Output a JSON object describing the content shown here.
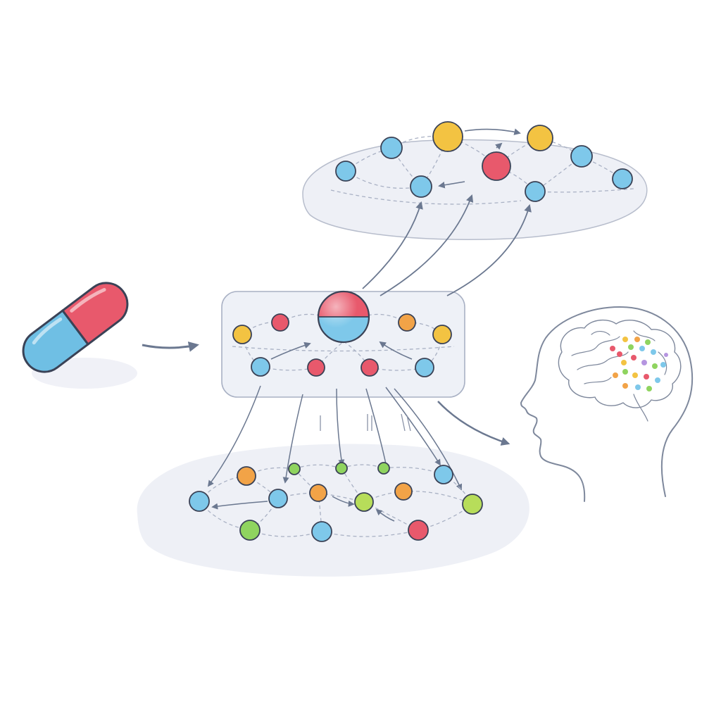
{
  "colors": {
    "capsule_red": "#e8596c",
    "capsule_blue": "#6fbfe4",
    "outline": "#3a4256",
    "arrow": "#6b7890",
    "cloud": "#eef0f6",
    "cloud_stroke": "#b7bdcc",
    "panel": "#eef1f7",
    "panel_stroke": "#a9b1c4",
    "head_stroke": "#7e889c",
    "node_blue": "#7ec8ea",
    "node_red": "#e8596c",
    "node_orange": "#f2a347",
    "node_yellow": "#f3c342",
    "node_green": "#8fd45f"
  },
  "network_top": {
    "nodes": [
      {
        "color": "blue"
      },
      {
        "color": "blue"
      },
      {
        "color": "blue"
      },
      {
        "color": "yellow"
      },
      {
        "color": "red"
      },
      {
        "color": "yellow"
      },
      {
        "color": "blue"
      },
      {
        "color": "blue"
      },
      {
        "color": "blue"
      }
    ]
  },
  "network_middle": {
    "central_node": {
      "colors": [
        "red",
        "blue"
      ]
    },
    "nodes": [
      {
        "color": "yellow"
      },
      {
        "color": "red"
      },
      {
        "color": "orange"
      },
      {
        "color": "yellow"
      },
      {
        "color": "blue"
      },
      {
        "color": "red"
      },
      {
        "color": "red"
      },
      {
        "color": "blue"
      }
    ]
  },
  "network_bottom": {
    "nodes": [
      {
        "color": "blue"
      },
      {
        "color": "orange"
      },
      {
        "color": "green"
      },
      {
        "color": "green"
      },
      {
        "color": "green"
      },
      {
        "color": "blue"
      },
      {
        "color": "blue"
      },
      {
        "color": "orange"
      },
      {
        "color": "green"
      },
      {
        "color": "orange"
      },
      {
        "color": "green"
      },
      {
        "color": "green"
      },
      {
        "color": "blue"
      },
      {
        "color": "red"
      }
    ]
  },
  "brain_activity": {
    "dot_colors": [
      "red",
      "orange",
      "yellow",
      "green",
      "blue",
      "purple"
    ]
  }
}
